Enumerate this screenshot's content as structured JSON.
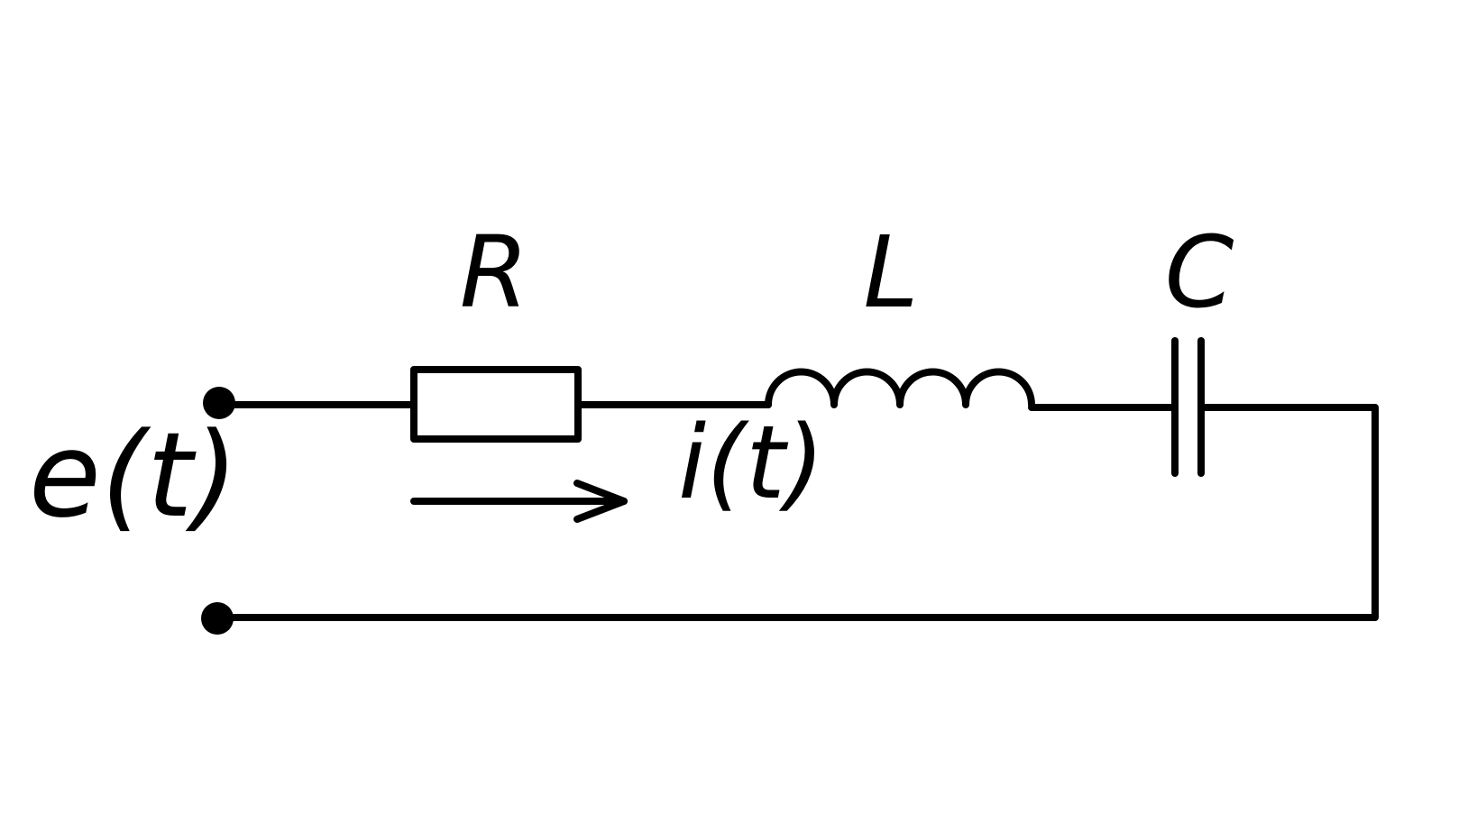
{
  "labels": {
    "resistor": "R",
    "inductor": "L",
    "capacitor": "C",
    "source": "e(t)",
    "current": "i(t)"
  },
  "colors": {
    "background": "#ffffff",
    "ink": "#000000"
  }
}
